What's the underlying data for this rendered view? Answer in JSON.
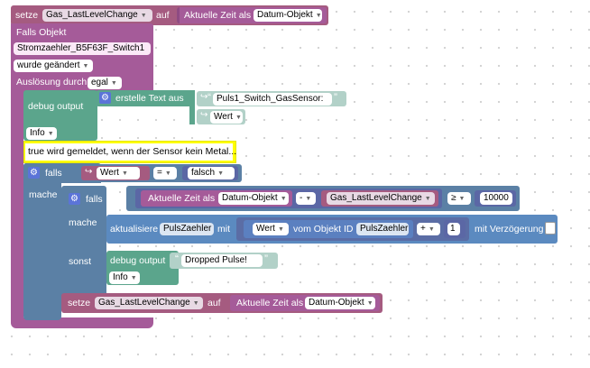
{
  "blocks": {
    "top_set": {
      "keyword": "setze",
      "variable": "Gas_LastLevelChange",
      "on": "auf",
      "time_prefix": "Aktuelle Zeit als",
      "time_format": "Datum-Objekt"
    },
    "trigger": {
      "title": "Falls Objekt",
      "object_id": "Stromzaehler_B5F63F_Switch1",
      "event": "wurde geändert",
      "triggered_by_label": "Auslösung durch",
      "triggered_by_value": "egal"
    },
    "debug1": {
      "label": "debug output",
      "text_create": "erstelle Text aus",
      "string": "Puls1_Switch_GasSensor:",
      "value": "Wert",
      "level": "Info"
    },
    "comment": {
      "text": "true wird gemeldet, wenn der Sensor kein Metal..."
    },
    "if_outer": {
      "falls": "falls",
      "mache": "mache",
      "left": "Wert",
      "op": "=",
      "right": "falsch"
    },
    "if_inner": {
      "falls": "falls",
      "mache": "mache",
      "sonst": "sonst",
      "time_prefix": "Aktuelle Zeit als",
      "time_format": "Datum-Objekt",
      "minus": "-",
      "var": "Gas_LastLevelChange",
      "cmp": "≥",
      "threshold": "10000"
    },
    "update": {
      "label": "aktualisiere",
      "target": "PulsZaehler",
      "with": "mit",
      "value": "Wert",
      "from_obj": "vom Objekt ID",
      "obj": "PulsZaehler",
      "plus": "+",
      "one": "1",
      "delay": "mit Verzögerung"
    },
    "debug2": {
      "label": "debug output",
      "text": "Dropped Pulse!",
      "level": "Info"
    },
    "bottom_set": {
      "keyword": "setze",
      "variable": "Gas_LastLevelChange",
      "on": "auf",
      "time_prefix": "Aktuelle Zeit als",
      "time_format": "Datum-Objekt"
    }
  },
  "colors": {
    "variable": "#a55b80",
    "event": "#a55b99",
    "logic": "#5b80a5",
    "text": "#5ba58c",
    "comment_bg": "#ffff00"
  },
  "icons": {
    "gear": "gear-icon",
    "arrow": "return-arrow-icon",
    "dropdown": "dropdown-arrow-icon"
  }
}
